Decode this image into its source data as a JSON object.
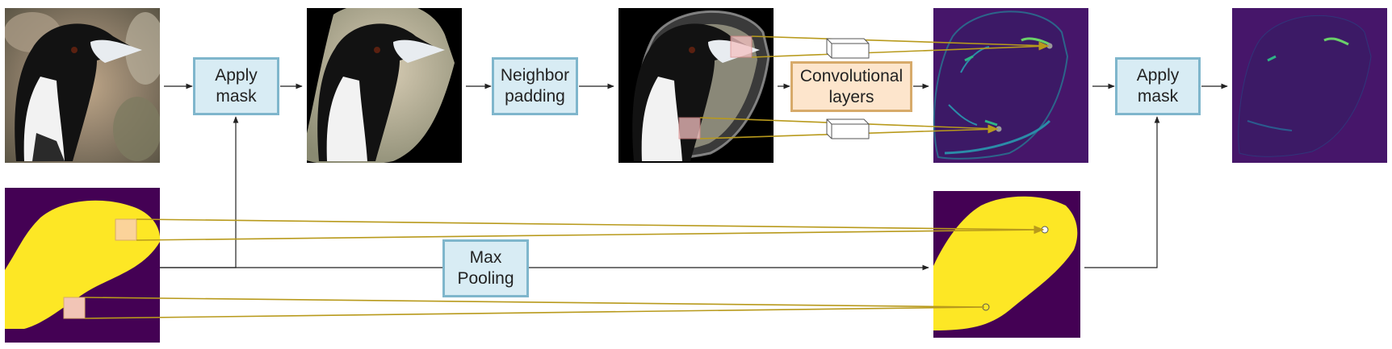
{
  "diagram": {
    "nodes": {
      "apply_mask_1": "Apply\nmask",
      "neighbor_padding": "Neighbor\npadding",
      "conv_layers": "Convolutional\nlayers",
      "apply_mask_2": "Apply\nmask",
      "max_pooling": "Max\nPooling"
    },
    "colors": {
      "box_fill": "#d8ecf4",
      "box_border": "#7fb6cc",
      "conv_fill": "#fde5cc",
      "conv_border": "#d7aa6a",
      "mask_yellow": "#fde725",
      "mask_purple": "#440154",
      "feature_purple": "#46166a",
      "receptive_line": "#b89a1c",
      "arrow": "#222222"
    },
    "images": [
      "input-bird-photo",
      "masked-bird-image",
      "padded-bird-image",
      "feature-map",
      "masked-feature-map",
      "input-mask",
      "pooled-mask"
    ]
  }
}
